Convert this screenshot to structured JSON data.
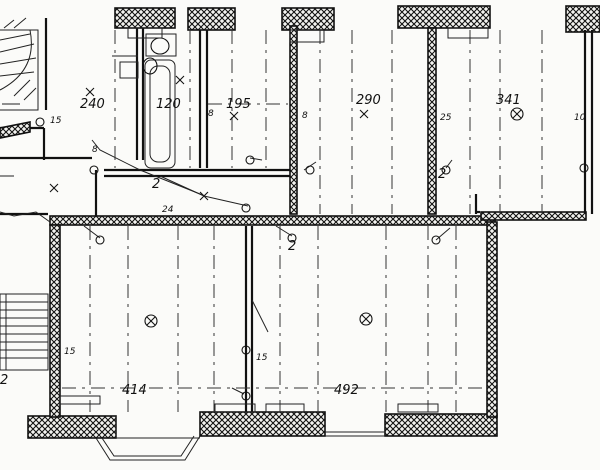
{
  "labels": {
    "room_upper_1": "240",
    "room_upper_2": "120",
    "room_upper_3": "195",
    "room_upper_4": "290",
    "room_upper_5": "341",
    "room_lower_1": "414",
    "room_lower_2": "492",
    "wall_15_a": "15",
    "wall_8_a": "8",
    "wall_8_b": "8",
    "wall_25": "25",
    "wall_10": "10",
    "wall_15_b": "15",
    "wall_24": "24",
    "wall_8_c": "8",
    "switch_2_a": "2",
    "switch_2_b": "2",
    "switch_2_c": "2",
    "wall_15_c": "15",
    "edge_2": "2"
  }
}
